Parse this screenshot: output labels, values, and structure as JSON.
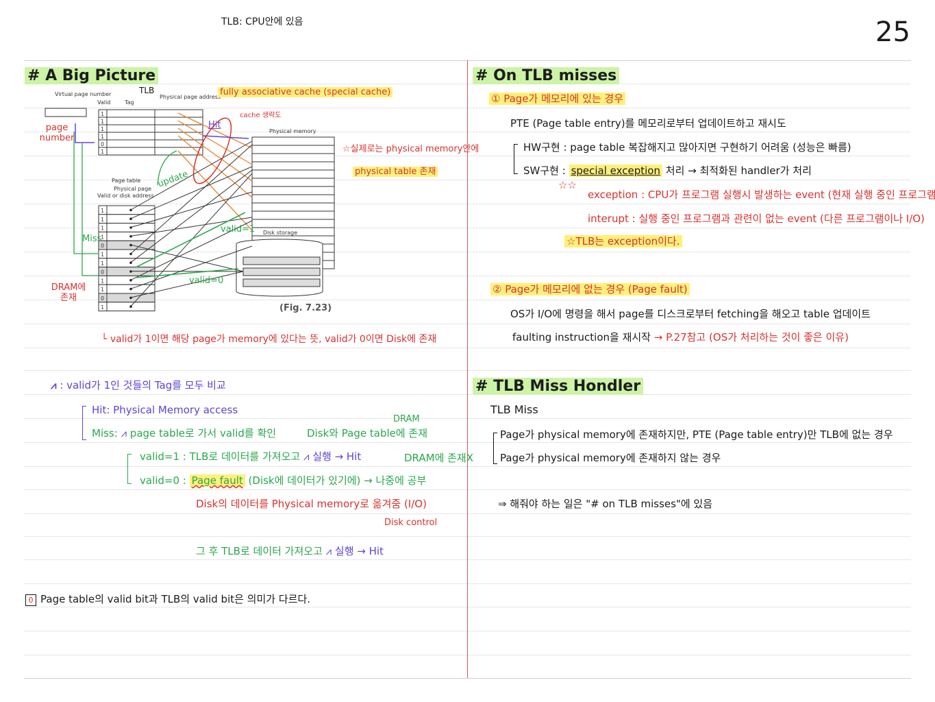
{
  "header": {
    "top_note": "TLB: CPU안에 있음",
    "page_number": "25"
  },
  "left": {
    "big_picture_title": "# A Big Picture",
    "figure": {
      "tlb_label": "TLB",
      "col_virtual_page": "Virtual page number",
      "col_valid": "Valid",
      "col_tag": "Tag",
      "col_physical_page": "Physical page address",
      "tlb_valid_bits": [
        "1",
        "1",
        "1",
        "1",
        "0",
        "1"
      ],
      "page_table_title": "Page table",
      "page_table_col": "Physical page",
      "page_table_col2": "Valid or disk address",
      "page_table_bits": [
        "1",
        "1",
        "1",
        "1",
        "0",
        "1",
        "1",
        "0",
        "1",
        "1",
        "0",
        "1"
      ],
      "physical_memory_label": "Physical memory",
      "disk_storage_label": "Disk storage",
      "fig_caption": "(Fig. 7.23)"
    },
    "annotations": {
      "fully_assoc": "fully associative cache (special cache)",
      "cache_note": "cache 생략도",
      "hit": "Hit",
      "real_physical": "☆실제로는 physical memory안에",
      "physical_table": "physical table 존재",
      "page_number": "page number",
      "update": "update",
      "miss": "Miss",
      "valid1": "valid=1",
      "valid0": "valid=0",
      "dram": "DRAM에 존재",
      "bottom_note": "valid가 1이면 해당 page가 memory에 있다는 뜻, valid가 0이면 Disk에 존재"
    },
    "notes": {
      "compare": ": valid가 1인 것들의 Tag를 모두 비교",
      "hit_line": "Hit: Physical Memory access",
      "miss_line": "Miss: ",
      "miss_text": "page table로 가서 valid를 확인",
      "disk_and": "Disk와 Page table에 존재",
      "dram_small": "DRAM",
      "valid1_line": "valid=1 : TLB로 데이터를 가져오고",
      "valid1_exec": "실행 → Hit",
      "dram_x": "DRAM에 존재X",
      "valid0_line": "valid=0 :",
      "page_fault": "Page fault",
      "valid0_rest": "(Disk에 데이터가 있기에) → 나중에 공부",
      "disk_move": "Disk의 데이터를 Physical memory로 옮겨줌 (I/O)",
      "disk_control": "Disk control",
      "after": "그 후 TLB로 데이터 가져오고",
      "after_exec": "실행 → Hit",
      "footer_box": "0",
      "footer_note": "Page table의 valid bit과 TLB의 valid bit은 의미가 다르다."
    }
  },
  "right": {
    "on_tlb_misses_title": "# On TLB misses",
    "case1": "① Page가 메모리에 있는 경우",
    "pte_line": "PTE (Page table entry)를 메모리로부터 업데이트하고 재시도",
    "hw": "HW구현 : page table 복잡해지고 많아지면 구현하기 어려움 (성능은 빠름)",
    "sw_prefix": "SW구현 :",
    "sw_special": "special exception",
    "sw_rest": "처리 → 최적화된 handler가 처리",
    "exception": "exception : CPU가 프로그램 실행시 발생하는 event (현재 실행 중인 프로그램과 관련)",
    "interrupt": "interupt : 실행 중인 프로그램과 관련이 없는 event (다른 프로그램이나 I/O)",
    "tlb_exception": "☆TLB는 exception이다.",
    "case2": "② Page가 메모리에 없는 경우 (Page fault)",
    "os_line": "OS가 I/O에 명령을 해서 page를 디스크로부터 fetching을 해오고 table 업데이트",
    "faulting_line": "faulting instruction을 재시작",
    "faulting_ref": "→ P.27참고 (OS가 처리하는 것이 좋은 이유)",
    "handler_title": "# TLB Miss Hondler",
    "tlb_miss": "TLB Miss",
    "miss_case1": "Page가 physical memory에 존재하지만, PTE (Page table entry)만 TLB에 없는 경우",
    "miss_case2": "Page가 physical memory에 존재하지 않는 경우",
    "conclusion": "⇒ 해줘야 하는 일은 \"# on TLB misses\"에 있음"
  },
  "colors": {
    "red": "#d8322e",
    "green": "#2aa84a",
    "purple": "#5b45d6",
    "highlight_green": "#cdf3a7",
    "highlight_yellow": "#fff07a",
    "orange_arrow": "#e8832a"
  }
}
